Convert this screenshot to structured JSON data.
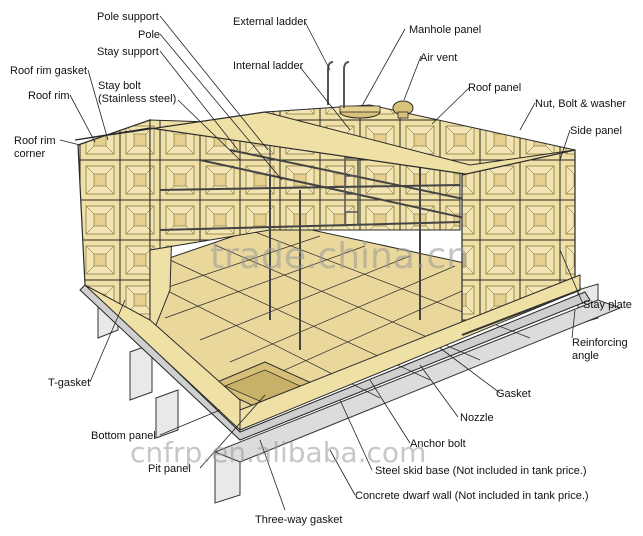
{
  "labels": {
    "pole_support": "Pole support",
    "pole": "Pole",
    "stay_support": "Stay support",
    "stay_bolt": "Stay bolt",
    "stainless": "(Stainless steel)",
    "roof_rim_gasket": "Roof rim gasket",
    "roof_rim": "Roof rim",
    "roof_rim_corner_1": "Roof rim",
    "roof_rim_corner_2": "corner",
    "external_ladder": "External ladder",
    "internal_ladder": "Internal ladder",
    "manhole_panel": "Manhole panel",
    "air_vent": "Air vent",
    "roof_panel": "Roof panel",
    "nut_bolt": "Nut, Bolt & washer",
    "side_panel": "Side panel",
    "stay_plate": "Stay plate",
    "reinforcing_1": "Reinforcing",
    "reinforcing_2": "angle",
    "t_gasket": "T-gasket",
    "gasket": "Gasket",
    "nozzle": "Nozzle",
    "anchor": "Anchor bolt",
    "bottom_panel": "Bottom panel",
    "pit_panel": "Pit panel",
    "steel_skid": "Steel skid base (Not included in tank price.)",
    "concrete_wall": "Concrete dwarf wall (Not included in tank price.)",
    "three_way": "Three-way gasket"
  },
  "watermarks": {
    "center": "trade.china.cn",
    "bottom": "cnfrp.en.alibaba.com"
  },
  "colors": {
    "panel": "#efe0a6",
    "panel_dark": "#d9c27c",
    "line": "#2a2a2a",
    "base": "#e9e9e9"
  }
}
